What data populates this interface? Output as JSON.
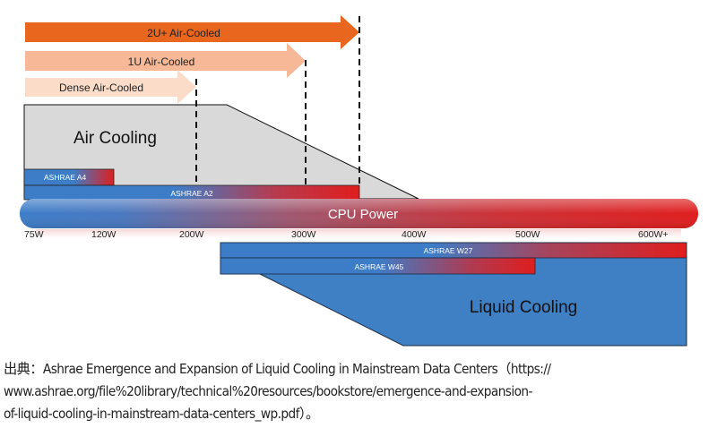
{
  "diagram": {
    "arrows": [
      {
        "label": "2U+ Air-Cooled",
        "color": "#e8661e",
        "reach_w": 350
      },
      {
        "label": "1U Air-Cooled",
        "color": "#f6b896",
        "reach_w": 300
      },
      {
        "label": "Dense Air-Cooled",
        "color": "#fadcc8",
        "reach_w": 210
      }
    ],
    "air_cooling": {
      "label": "Air Cooling",
      "fill": "#d9d9d9"
    },
    "air_bars": [
      {
        "label": "ASHRAE A4"
      },
      {
        "label": "ASHRAE A2"
      }
    ],
    "cpu_power": {
      "label": "CPU Power",
      "start_color": "#3d7dc8",
      "end_color": "#e01e1e"
    },
    "ticks": [
      "75W",
      "120W",
      "200W",
      "300W",
      "400W",
      "500W",
      "600W+"
    ],
    "liquid_bars": [
      {
        "label": "ASHRAE W27"
      },
      {
        "label": "ASHRAE W45"
      }
    ],
    "liquid_cooling": {
      "label": "Liquid Cooling",
      "fill": "#3f7fc4"
    }
  },
  "caption": {
    "lines": [
      "出典：Ashrae Emergence and Expansion of Liquid Cooling in Mainstream Data Centers（https://",
      "www.ashrae.org/file%20library/technical%20resources/bookstore/emergence-and-expansion-",
      "of-liquid-cooling-in-mainstream-data-centers_wp.pdf）。"
    ]
  }
}
